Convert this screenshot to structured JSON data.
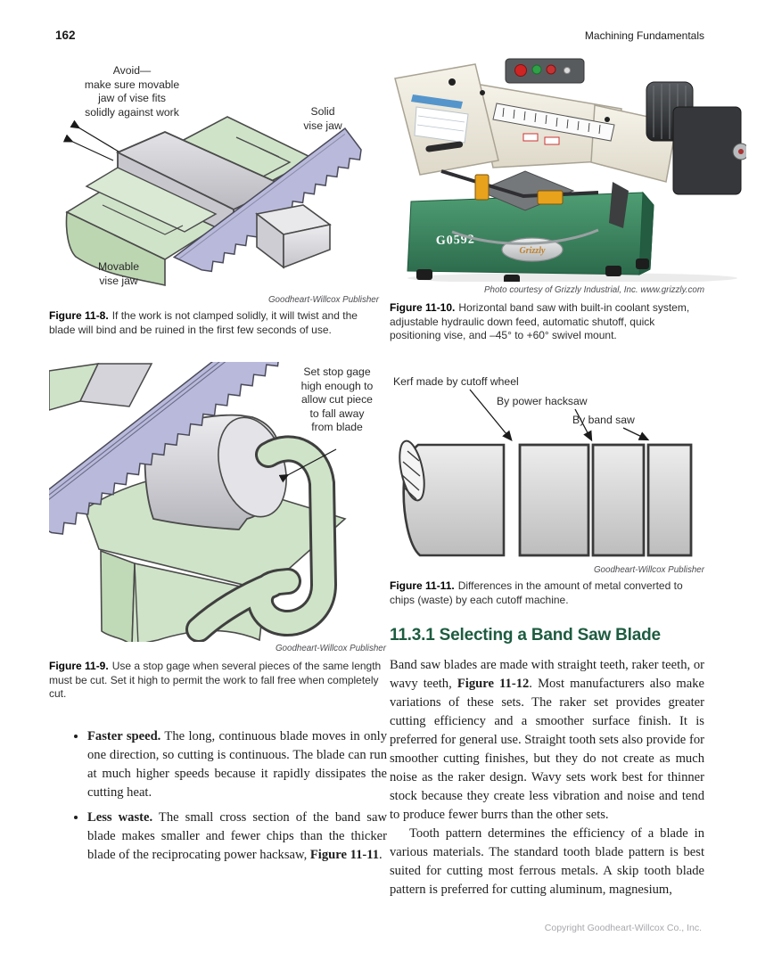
{
  "page": {
    "number": "162",
    "running_head": "Machining Fundamentals",
    "footer": "Copyright Goodheart-Willcox Co., Inc."
  },
  "colors": {
    "heading_green": "#1d5c40",
    "machine_green": "#3f8a63",
    "figure_green": "#cfe3c8",
    "blade_lavender": "#b9badb"
  },
  "figure_11_8": {
    "labels": {
      "avoid": "Avoid—\nmake sure movable\njaw of vise fits\nsolidly against work",
      "solid_jaw": "Solid\nvise jaw",
      "movable_jaw": "Movable\nvise jaw"
    },
    "credit": "Goodheart-Willcox Publisher",
    "caption_label": "Figure 11-8.",
    "caption_text": "If the work is not clamped solidly, it will twist and the blade will bind and be ruined in the first few seconds of use."
  },
  "figure_11_9": {
    "labels": {
      "stop_gage": "Set stop gage\nhigh enough to\nallow cut piece\nto fall away\nfrom blade"
    },
    "credit": "Goodheart-Willcox Publisher",
    "caption_label": "Figure 11-9.",
    "caption_text": "Use a stop gage when several pieces of the same length must be cut. Set it high to permit the work to fall free when completely cut."
  },
  "figure_11_10": {
    "model": "G0592",
    "brand": "Grizzly",
    "credit": "Photo courtesy of Grizzly Industrial, Inc. www.grizzly.com",
    "caption_label": "Figure 11-10.",
    "caption_text": "Horizontal band saw with built-in coolant system, adjustable hydraulic down feed, automatic shutoff, quick positioning vise, and –45° to +60° swivel mount."
  },
  "figure_11_11": {
    "labels": [
      "Kerf made by cutoff wheel",
      "By power hacksaw",
      "By band saw"
    ],
    "credit": "Goodheart-Willcox Publisher",
    "caption_label": "Figure 11-11.",
    "caption_text": "Differences in the amount of metal converted to chips (waste) by each cutoff machine."
  },
  "bullets": [
    [
      {
        "t": "Faster speed.",
        "b": true
      },
      {
        "t": " The long, continuous blade moves in only one direction, so cutting is continuous. The blade can run at much higher speeds because it rapidly dissipates the cutting heat.",
        "b": false
      }
    ],
    [
      {
        "t": "Less waste.",
        "b": true
      },
      {
        "t": " The small cross section of the band saw blade makes smaller and fewer chips than the thicker blade of the reciprocating power hacksaw, ",
        "b": false
      },
      {
        "t": "Figure 11-11",
        "b": true
      },
      {
        "t": ".",
        "b": false
      }
    ]
  ],
  "section": {
    "heading": "11.3.1 Selecting a Band Saw Blade",
    "para1": [
      {
        "t": "Band saw blades are made with straight teeth, raker teeth, or wavy teeth, ",
        "b": false
      },
      {
        "t": "Figure 11-12",
        "b": true
      },
      {
        "t": ". Most manufacturers also make variations of these sets. The raker set provides greater cutting efficiency and a smoother surface finish. It is preferred for general use. Straight tooth sets also provide for smoother cutting finishes, but they do not create as much noise as the raker design. Wavy sets work best for thinner stock because they create less vibration and noise and tend to produce fewer burrs than the other sets.",
        "b": false
      }
    ],
    "para2": "Tooth pattern determines the efficiency of a blade in various materials. The standard tooth blade pattern is best suited for cutting most ferrous metals. A skip tooth blade pattern is preferred for cutting aluminum, magnesium,"
  }
}
